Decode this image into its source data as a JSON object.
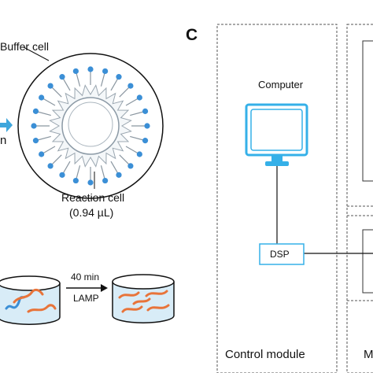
{
  "panel_c": {
    "letter": "C"
  },
  "chip": {
    "buffer_cell_label": "Buffer cell",
    "reaction_cell_label": "Reaction cell",
    "reaction_cell_volume": "(0.94 µL)",
    "partial_left_text": "n"
  },
  "lamp": {
    "time_label": "40 min",
    "method_label": "LAMP"
  },
  "control_module": {
    "computer_label": "Computer",
    "dsp_label": "DSP",
    "module_label": "Control module",
    "partial_right_label": "M"
  },
  "colors": {
    "dot_blue": "#3b8fd6",
    "arrow_blue": "#3ea6dc",
    "monitor_blue": "#35b0e8",
    "worm_orange": "#e8743a",
    "liquid_blue": "#d8ecf7"
  }
}
